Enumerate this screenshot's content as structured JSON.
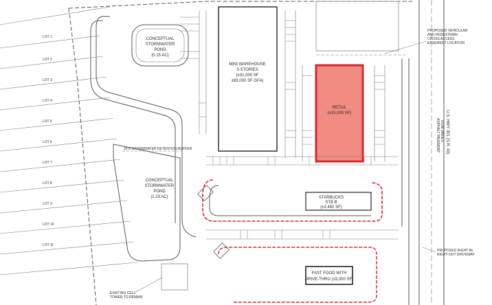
{
  "plan": {
    "mini_warehouse": {
      "line1": "MINI WAREHOUSE",
      "line2": "3-STORIES",
      "line3": "(±31,000 SF",
      "line4": "±93,000 SF GFA)"
    },
    "retail": {
      "line1": "RETAIL",
      "line2": "(±15,000 SF)",
      "fill": "#f28b82",
      "stroke": "#d6262e"
    },
    "pond_small": {
      "line1": "CONCEPTUAL",
      "line2": "STORMWATER",
      "line3": "POND",
      "line4": "(0.15 AC)"
    },
    "pond_large": {
      "line1": "CONCEPTUAL",
      "line2": "STORMWATER",
      "line3": "POND",
      "line4": "(1.23 AC)"
    },
    "starbucks": {
      "line1": "STARBUCKS",
      "line2": "STB B",
      "line3": "(±2,450 SF)"
    },
    "fast_food": {
      "line1": "FAST FOOD WITH",
      "line2": "DRIVE-THRU (±3,300 SF)"
    },
    "buffer": "25.0' STORMWATER RETENTION BUFFER",
    "notes": {
      "access_1": "PROPOSED VEHICULAR",
      "access_2": "AND PEDESTRIAN",
      "access_3": "CROSS ACCESS",
      "access_4": "EASEMENT LOCATION",
      "rightin_1": "PROPOSED RIGHT-IN,",
      "rightin_2": "RIGHT-OUT DRIVEWAY",
      "cell_1": "EXISTING CELL",
      "cell_2": "TOWER TO REMAIN"
    },
    "highway": {
      "line1": "U.S. HWY 301 (S.R. 43)",
      "line2": "ROW VARIES",
      "line3": "ASPHALT PAVEMENT"
    },
    "lots": [
      "LOT 1",
      "LOT 2",
      "LOT 3",
      "LOT 4",
      "LOT 5",
      "LOT 6",
      "LOT 7",
      "LOT 8",
      "LOT 9",
      "LOT 10",
      "LOT 11"
    ],
    "colors": {
      "line": "#555555",
      "retail_fill": "#f28b82",
      "retail_stroke": "#d6262e",
      "drive_thru_red": "#d6262e"
    }
  }
}
